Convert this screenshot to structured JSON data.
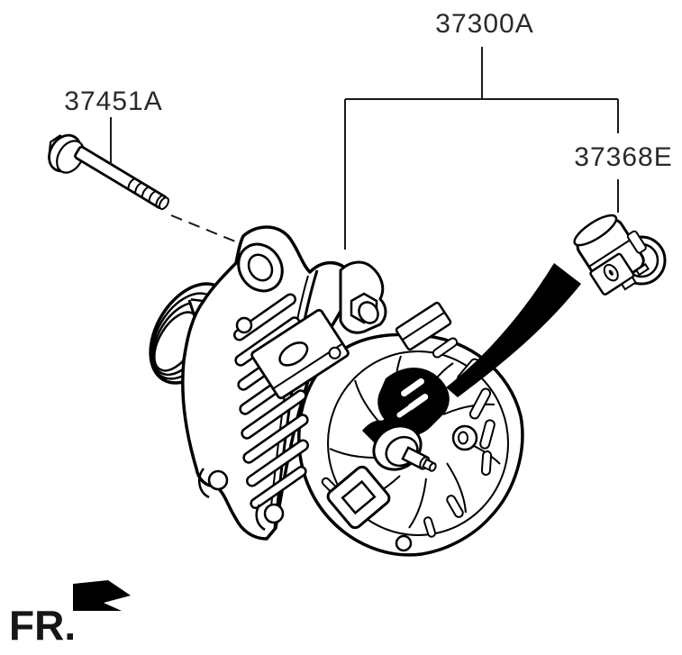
{
  "page": {
    "background": "#ffffff",
    "type": "parts-diagram"
  },
  "diagram": {
    "part_labels": [
      {
        "code": "37300A"
      },
      {
        "code": "37451A"
      },
      {
        "code": "37368E"
      }
    ],
    "direction_indicator": {
      "label": "FR."
    },
    "colors": {
      "line": "#000000",
      "label_text": "#2a2a2a",
      "background": "#ffffff"
    },
    "icons": [
      {
        "name": "fr-arrow-icon",
        "meaning": "front direction arrow"
      },
      {
        "name": "install-swoosh-arrow-icon",
        "meaning": "install location pointer"
      }
    ]
  }
}
